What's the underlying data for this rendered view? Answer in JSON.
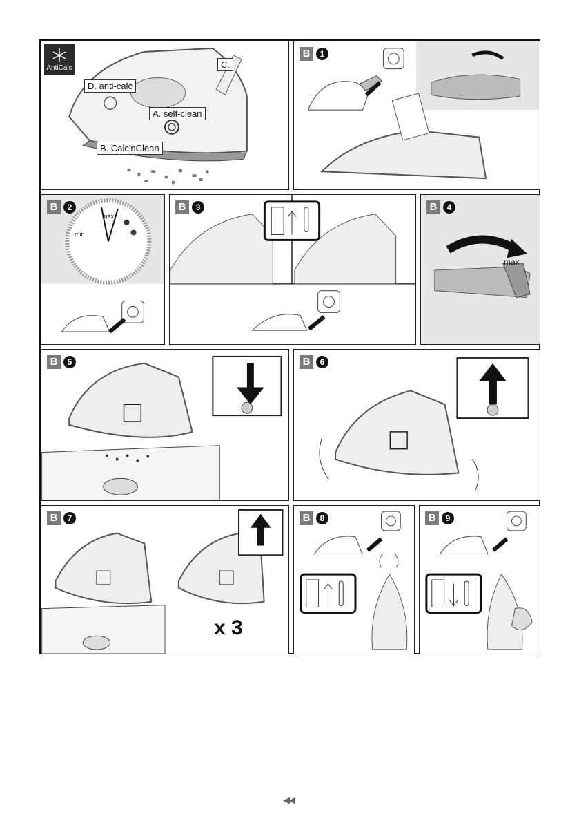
{
  "logo": {
    "text": "AntiCalc",
    "icon": "snowflake-icon"
  },
  "overview": {
    "labels": {
      "c": "C.",
      "d": "D. anti-calc",
      "a": "A. self-clean",
      "b": "B.  Calc'nClean"
    }
  },
  "steps": [
    {
      "letter": "B",
      "number": "1"
    },
    {
      "letter": "B",
      "number": "2"
    },
    {
      "letter": "B",
      "number": "3"
    },
    {
      "letter": "B",
      "number": "4"
    },
    {
      "letter": "B",
      "number": "5"
    },
    {
      "letter": "B",
      "number": "6"
    },
    {
      "letter": "B",
      "number": "7"
    },
    {
      "letter": "B",
      "number": "8"
    },
    {
      "letter": "B",
      "number": "9"
    }
  ],
  "dial": {
    "min_label": "min",
    "max_label": "max"
  },
  "step4": {
    "steam_label": "max"
  },
  "step7": {
    "repeat_label": "x 3"
  },
  "footer": {
    "nav": "◀◀"
  }
}
